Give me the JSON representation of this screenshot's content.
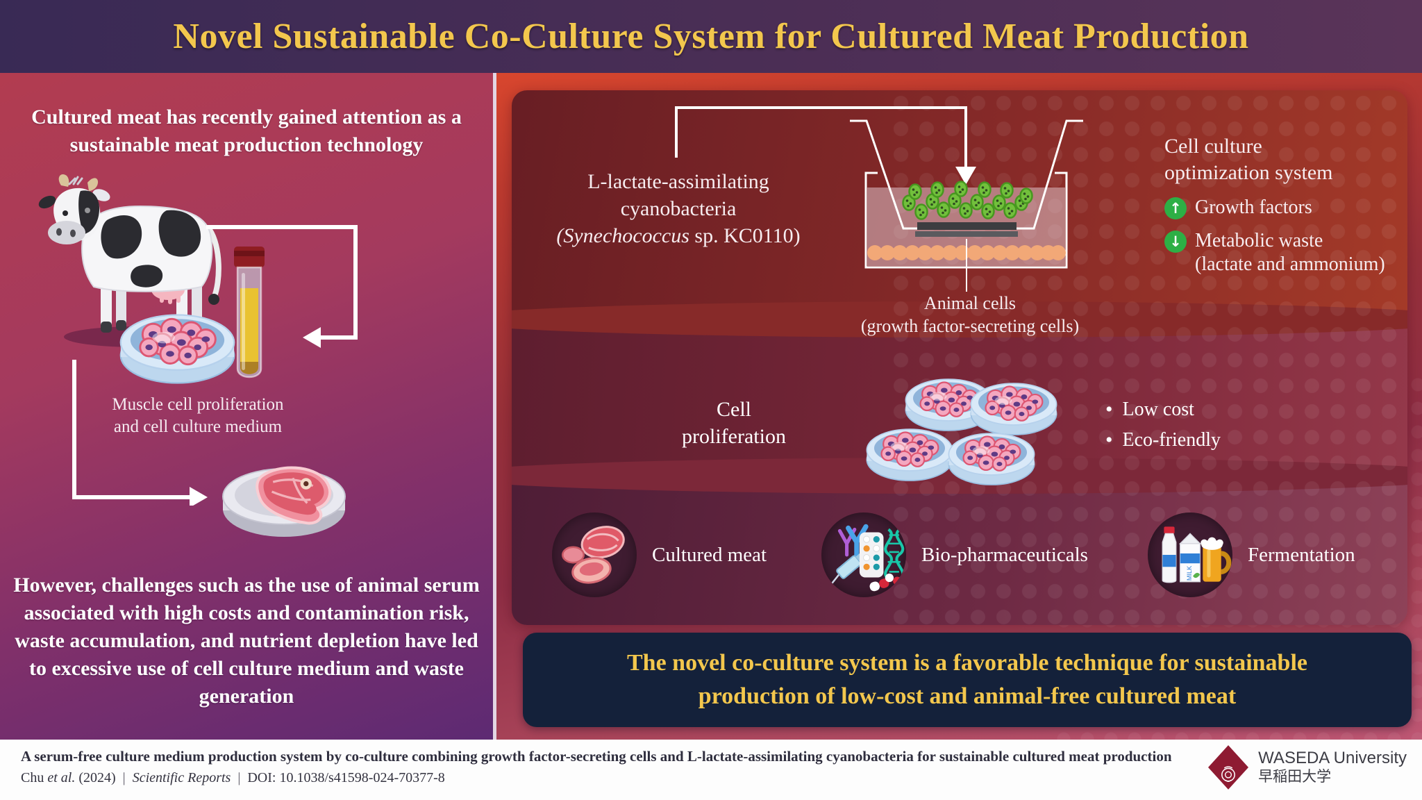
{
  "header": {
    "title": "Novel Sustainable Co-Culture System for Cultured Meat Production"
  },
  "left_panel": {
    "intro": "Cultured meat has recently gained attention as a sustainable meat production technology",
    "muscle_label_line1": "Muscle cell proliferation",
    "muscle_label_line2": "and cell culture medium",
    "challenge": "However, challenges such as the use of animal serum associated with high costs and contamination risk, waste accumulation, and nutrient depletion have led to excessive use of cell culture medium and waste generation"
  },
  "right_panel": {
    "cyanobacteria_label": {
      "line1": "L-lactate-assimilating",
      "line2": "cyanobacteria",
      "genus_italic": "(Synechococcus",
      "strain_rest": " sp. KC0110)"
    },
    "animal_cells_label": {
      "line1": "Animal cells",
      "line2": "(growth factor-secreting cells)"
    },
    "optimization": {
      "title_line1": "Cell culture",
      "title_line2": "optimization system",
      "items": [
        {
          "icon": "increase-icon",
          "text": "Growth factors"
        },
        {
          "icon": "decrease-icon",
          "text": "Metabolic waste",
          "subtext": "(lactate and ammonium)"
        }
      ]
    },
    "proliferation": {
      "label_line1": "Cell",
      "label_line2": "proliferation",
      "bullets": [
        "Low cost",
        "Eco-friendly"
      ]
    },
    "applications": [
      {
        "label": "Cultured meat"
      },
      {
        "label": "Bio-pharmaceuticals"
      },
      {
        "label": "Fermentation"
      }
    ],
    "conclusion": "The novel co-culture system is a favorable technique for sustainable production of low-cost and animal-free cultured meat"
  },
  "footer": {
    "headline": "A serum-free culture medium production system by co-culture combining growth factor-secreting cells and L-lactate-assimilating cyanobacteria for sustainable cultured meat production",
    "citation": {
      "authors": "Chu",
      "etal": "et al.",
      "year": "(2024)",
      "separator": "|",
      "journal": "Scientific Reports",
      "doi": "DOI: 10.1038/s41598-024-70377-8"
    },
    "logo": {
      "name_en": "WASEDA University",
      "name_jp": "早稲田大学"
    }
  },
  "icons": {
    "up_arrow": "↑",
    "down_arrow": "↓",
    "bullet": "•",
    "milk_text": "MILK"
  },
  "colors": {
    "accent_yellow": "#f3c74d",
    "banner_navy": "#14213a",
    "badge_green": "#2daf45",
    "waseda_crimson": "#8e1b32"
  }
}
